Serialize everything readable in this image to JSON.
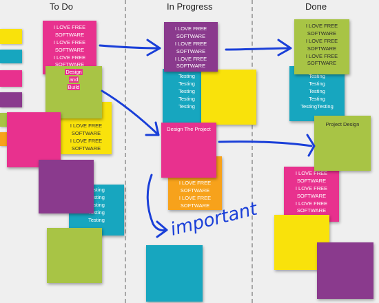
{
  "columns": [
    {
      "title": "To Do"
    },
    {
      "title": "In Progress"
    },
    {
      "title": "Done"
    }
  ],
  "colors": {
    "pink": "#e8318e",
    "purple": "#8a3a8d",
    "yellow": "#f9e20b",
    "green": "#a8c445",
    "cyan": "#17a6bf",
    "orange": "#f7a21b",
    "ink": "#1a3fd8",
    "background": "#efefef"
  },
  "notes": {
    "todo_pink_top": {
      "lines": [
        "I LOVE FREE",
        "SOFTWARE",
        "I LOVE FREE",
        "SOFTWARE",
        "I LOVE FREE",
        "SOFTWARE"
      ]
    },
    "todo_green_design": {
      "lines": [
        "Design",
        "and",
        "Build"
      ]
    },
    "todo_yellow": {
      "lines": [
        "I LOVE FREE",
        "SOFTWARE",
        "I LOVE FREE",
        "SOFTWARE"
      ]
    },
    "todo_cyan": {
      "lines": [
        "Testing",
        "Testing",
        "Testing",
        "Testing",
        "Testing"
      ]
    },
    "prog_purple": {
      "lines": [
        "I LOVE FREE",
        "SOFTWARE",
        "I LOVE FREE",
        "SOFTWARE",
        "I LOVE FREE",
        "SOFTWARE"
      ]
    },
    "prog_cyan": {
      "lines": [
        "Testing",
        "Testing",
        "Testing",
        "Testing",
        "Testing"
      ]
    },
    "prog_pink_design": {
      "lines": [
        "Design The Project"
      ]
    },
    "prog_orange": {
      "lines": [
        "I LOVE FREE",
        "SOFTWARE",
        "I LOVE FREE",
        "SOFTWARE"
      ]
    },
    "done_green_top": {
      "lines": [
        "I LOVE FREE",
        "SOFTWARE",
        "I LOVE FREE",
        "SOFTWARE",
        "I LOVE FREE",
        "SOFTWARE"
      ]
    },
    "done_cyan": {
      "lines": [
        "Testing",
        "Testing",
        "Testing",
        "Testing",
        "TestingTesting"
      ]
    },
    "done_green_project": {
      "lines": [
        "Project Design"
      ]
    },
    "done_pink": {
      "lines": [
        "I LOVE FREE",
        "SOFTWARE",
        "I LOVE FREE",
        "SOFTWARE",
        "I LOVE FREE",
        "SOFTWARE"
      ]
    }
  },
  "annotation": {
    "handwritten": "important"
  }
}
